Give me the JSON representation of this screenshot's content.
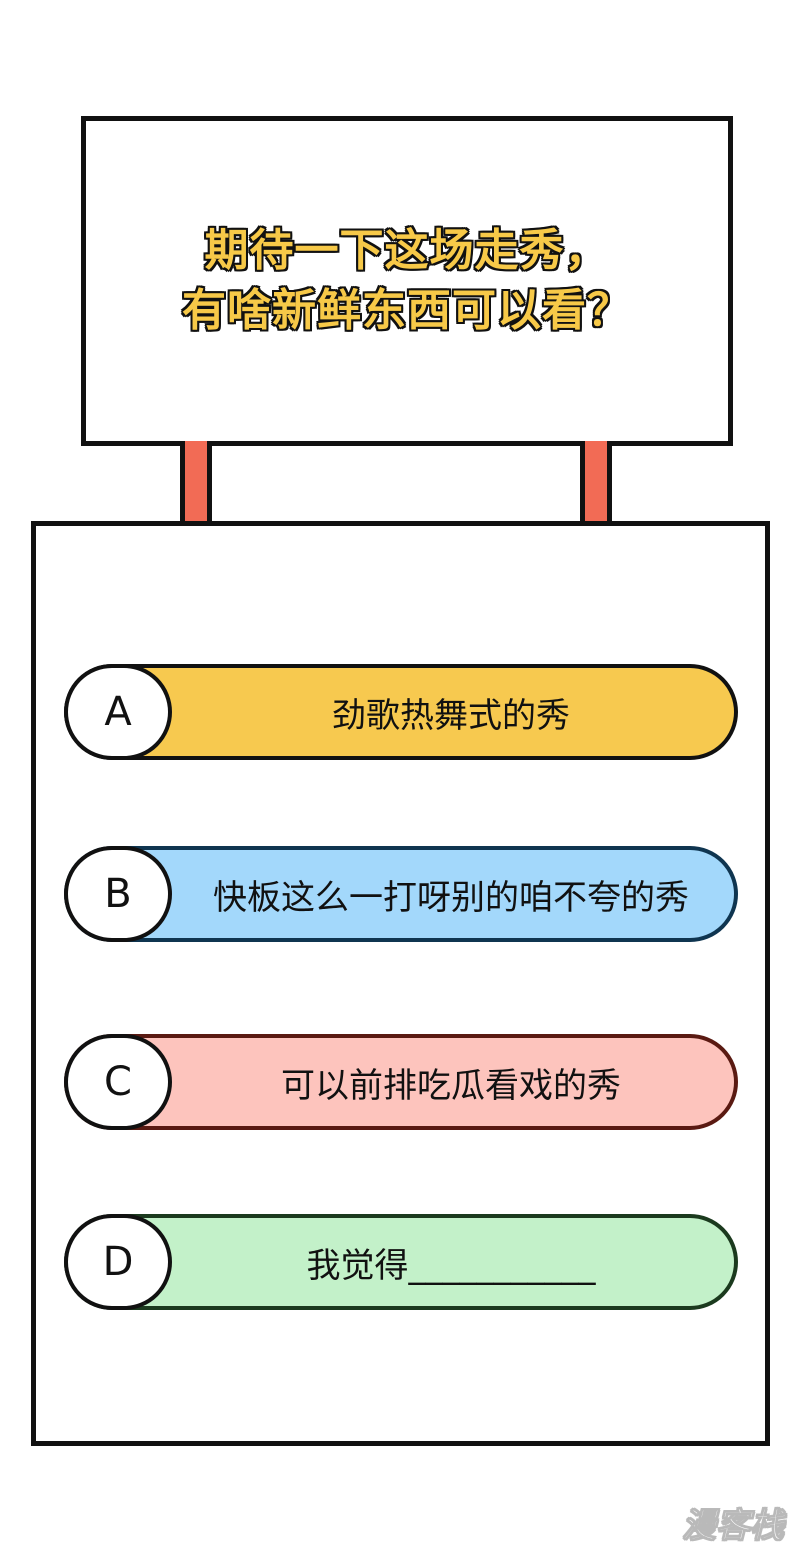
{
  "sign": {
    "line1": "期待一下这场走秀，",
    "line2": "有啥新鲜东西可以看？"
  },
  "options": [
    {
      "letter": "A",
      "text": "劲歌热舞式的秀"
    },
    {
      "letter": "B",
      "text": "快板这么一打呀别的咱不夸的秀"
    },
    {
      "letter": "C",
      "text": "可以前排吃瓜看戏的秀"
    },
    {
      "letter": "D",
      "text": "我觉得___________"
    }
  ],
  "watermark": "漫客栈",
  "colors": {
    "title_fill": "#f7c948",
    "post": "#f26b55",
    "option_a": "#f7c94f",
    "option_b": "#a3d8fb",
    "option_c": "#fdc4bd",
    "option_d": "#c3f1c9"
  }
}
